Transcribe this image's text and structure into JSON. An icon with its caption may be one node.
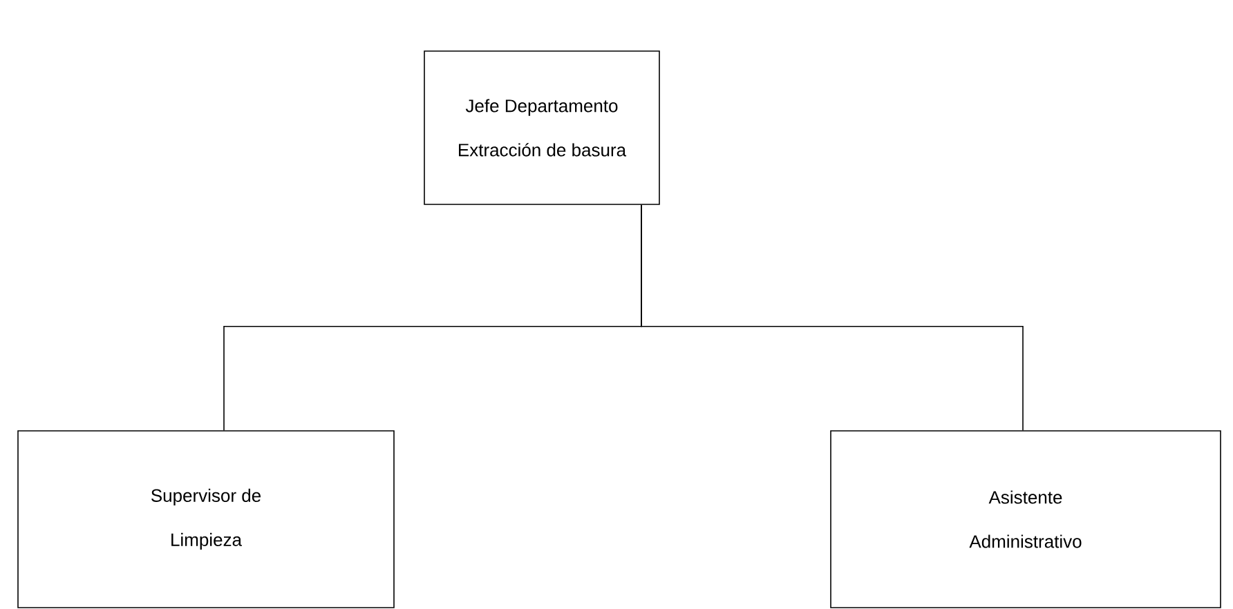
{
  "diagram": {
    "nodes": [
      {
        "text": [
          "Jefe Departamento Extracción de basura"
        ]
      },
      {
        "text": [
          "Supervisor de Limpieza"
        ]
      },
      {
        "text": [
          "Asistente Administrativo"
        ]
      }
    ],
    "edges": [
      {
        "from": 0,
        "to": 1,
        "arrow": "none"
      },
      {
        "from": 0,
        "to": 2,
        "arrow": "none"
      }
    ]
  }
}
